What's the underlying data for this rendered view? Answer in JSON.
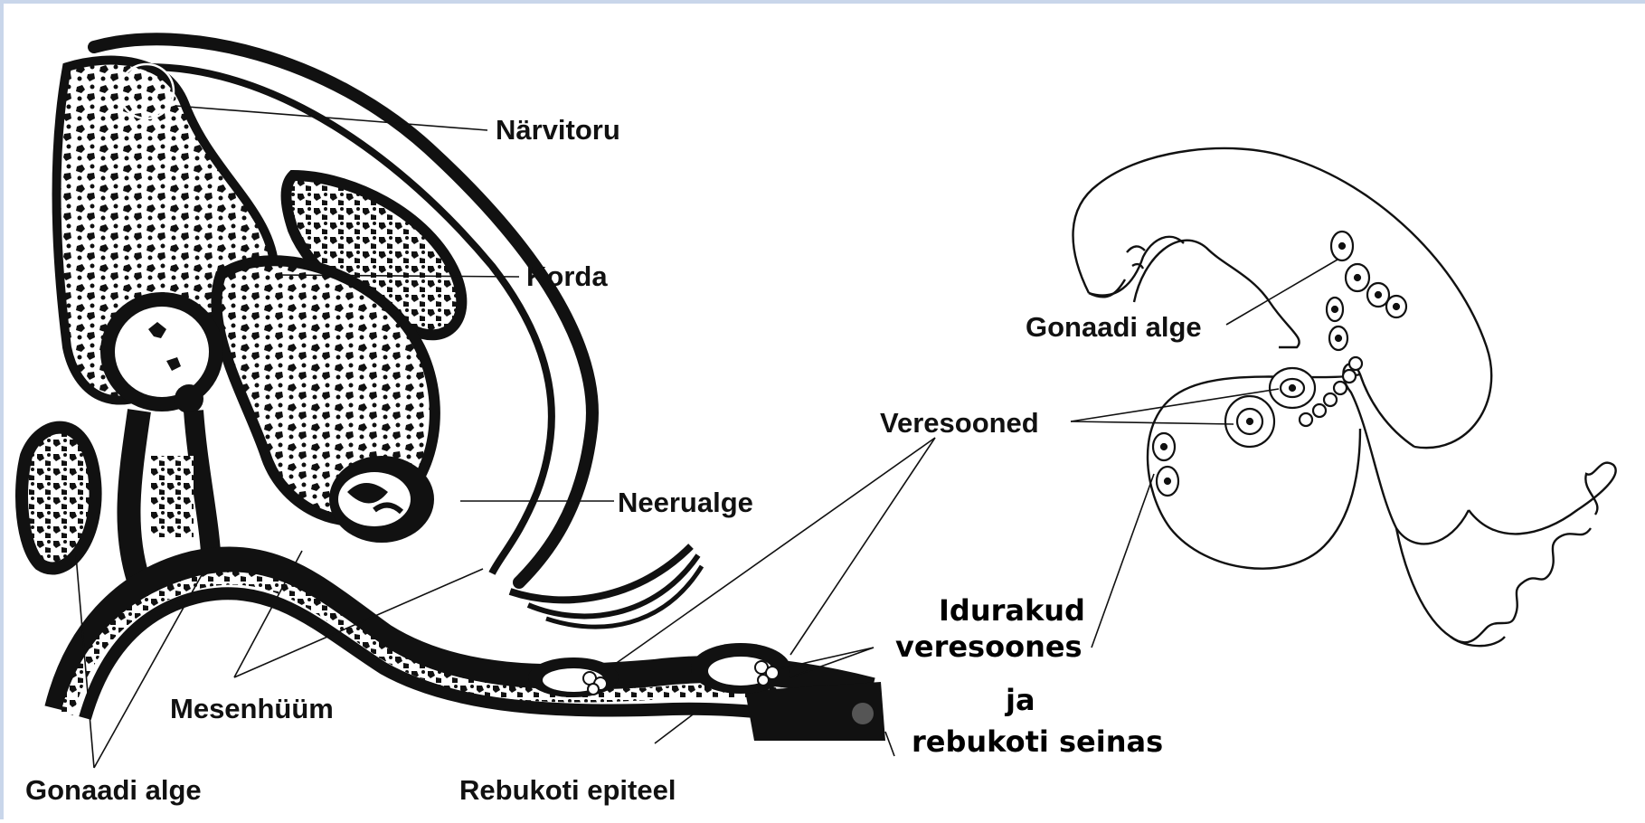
{
  "colors": {
    "ink": "#111111",
    "background": "#ffffff",
    "frame": "#c9d6ea"
  },
  "labels": {
    "narvitoru": "Närvitoru",
    "korda": "Korda",
    "neerualge": "Neerualge",
    "mesenhuum": "Mesenhüüm",
    "gonaadi_alge_left": "Gonaadi alge",
    "rebukoti_epiteel": "Rebukoti epiteel",
    "gonaadi_alge_right": "Gonaadi alge",
    "veresooned": "Veresooned",
    "idurakud_line1": "Idurakud",
    "idurakud_line2": "veresoones",
    "idurakud_line3": "ja",
    "idurakud_line4": "rebukoti seinas"
  }
}
